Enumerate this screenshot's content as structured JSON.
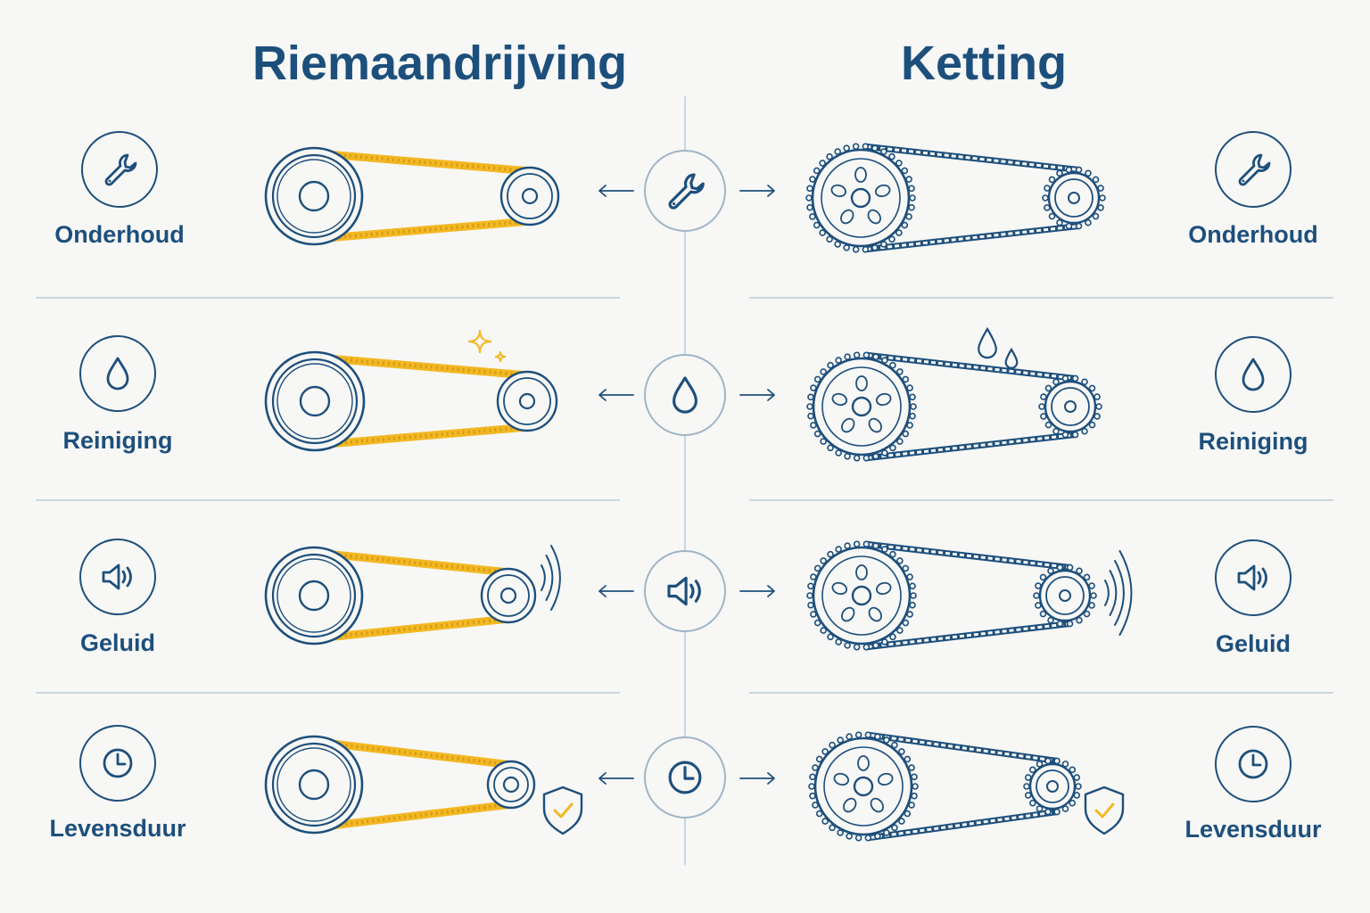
{
  "titles": {
    "belt": "Riemaandrijving",
    "chain": "Ketting"
  },
  "rows": [
    {
      "label": "Onderhoud",
      "icon": "wrench-icon"
    },
    {
      "label": "Reiniging",
      "icon": "drop-icon"
    },
    {
      "label": "Geluid",
      "icon": "speaker-icon"
    },
    {
      "label": "Levensduur",
      "icon": "clock-icon"
    }
  ],
  "colors": {
    "primary": "#1d4f7c",
    "belt": "#f2b824",
    "divider": "#c9d6e0",
    "accent": "#f2b824"
  }
}
